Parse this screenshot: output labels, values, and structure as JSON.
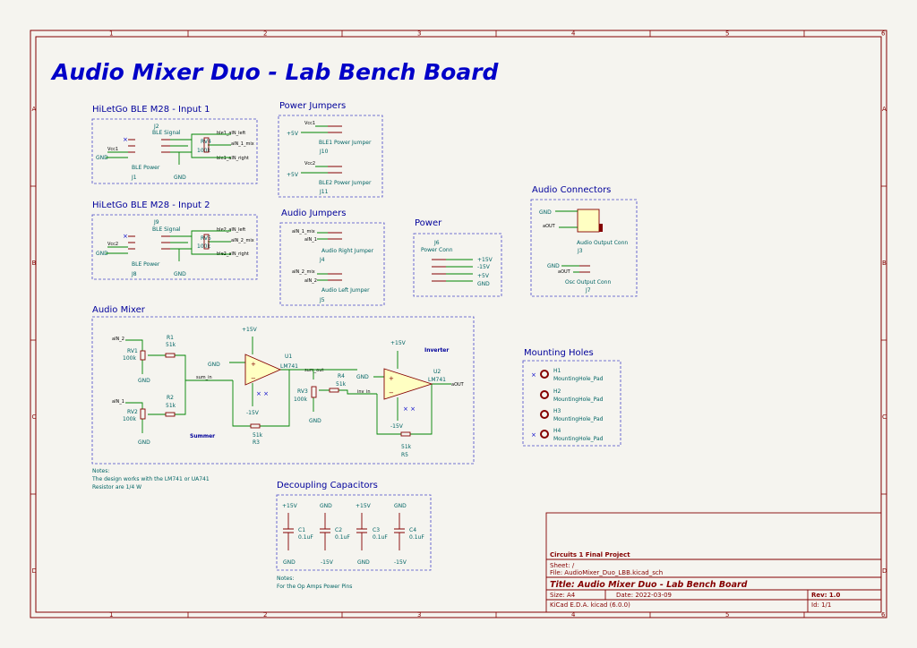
{
  "title": "Audio Mixer Duo - Lab Bench Board",
  "border": {
    "cols": [
      "1",
      "2",
      "3",
      "4",
      "5",
      "6"
    ],
    "rows": [
      "A",
      "B",
      "C",
      "D"
    ]
  },
  "sections": {
    "input1": "HiLetGo BLE M28 - Input 1",
    "input2": "HiLetGo BLE M28 - Input 2",
    "power_jumpers": "Power Jumpers",
    "audio_jumpers": "Audio Jumpers",
    "power": "Power",
    "audio_connectors": "Audio Connectors",
    "audio_mixer": "Audio Mixer",
    "mounting_holes": "Mounting Holes",
    "decoupling": "Decoupling Capacitors"
  },
  "input1": {
    "ref_top": "J2",
    "val_top": "BLE Signal",
    "ref_bot": "J1",
    "val_bot": "BLE Power",
    "pot_ref": "RV4",
    "pot_val": "100k",
    "net_left": "ble1_aIN_left",
    "net_mix": "aIN_1_mix",
    "net_right": "ble1_aIN_right",
    "vcc": "Vcc1",
    "gnd": "GND",
    "gnd2": "GND"
  },
  "input2": {
    "ref_top": "J9",
    "val_top": "BLE Signal",
    "ref_bot": "J8",
    "val_bot": "BLE Power",
    "pot_ref": "RV5",
    "pot_val": "100k",
    "net_left": "ble2_aIN_left",
    "net_mix": "aIN_2_mix",
    "net_right": "ble2_aIN_right",
    "vcc": "Vcc2",
    "gnd": "GND",
    "gnd2": "GND"
  },
  "power_jumpers": {
    "j10_net": "Vcc1",
    "j10_pwr": "+5V",
    "j10_val": "BLE1 Power Jumper",
    "j10_ref": "J10",
    "j11_net": "Vcc2",
    "j11_pwr": "+5V",
    "j11_val": "BLE2 Power Jumper",
    "j11_ref": "J11"
  },
  "audio_jumpers": {
    "j4_n1": "aIN_1_mix",
    "j4_n2": "aIN_1",
    "j4_val": "Audio Right Jumper",
    "j4_ref": "J4",
    "j5_n1": "aIN_2_mix",
    "j5_n2": "aIN_2",
    "j5_val": "Audio Left Jumper",
    "j5_ref": "J5"
  },
  "power": {
    "ref": "J6",
    "val": "Power Conn",
    "nets": [
      "+15V",
      "-15V",
      "+5V",
      "GND"
    ]
  },
  "audio_connectors": {
    "j3_val": "Audio Output Conn",
    "j3_ref": "J3",
    "j3_gnd": "GND",
    "j3_out": "aOUT",
    "j7_val": "Osc Output Conn",
    "j7_ref": "J7",
    "j7_gnd": "GND",
    "j7_out": "aOUT"
  },
  "mixer": {
    "in2": "aIN_2",
    "in1": "aIN_1",
    "rv1": "RV1",
    "rv1v": "100k",
    "rv2": "RV2",
    "rv2v": "100k",
    "r1": "R1",
    "r1v": "51k",
    "r2": "R2",
    "r2v": "51k",
    "sum_in": "sum_in",
    "sum_out": "sum_out",
    "u1": "U1",
    "u1v": "LM741",
    "r3": "R3",
    "r3v": "51k",
    "rv3": "RV3",
    "rv3v": "100k",
    "r4": "R4",
    "r4v": "51k",
    "inv_in": "inv_in",
    "u2": "U2",
    "u2v": "LM741",
    "r5": "R5",
    "r5v": "51k",
    "out": "aOUT",
    "p15": "+15V",
    "m15": "-15V",
    "gnd": "GND",
    "summer": "Summer",
    "inverter": "Inverter"
  },
  "notes1": [
    "Notes:",
    "The design works with the LM741 or UA741",
    "Resistor are 1/4 W"
  ],
  "mounting": [
    {
      "ref": "H1",
      "val": "MountingHole_Pad"
    },
    {
      "ref": "H2",
      "val": "MountingHole_Pad"
    },
    {
      "ref": "H3",
      "val": "MountingHole_Pad"
    },
    {
      "ref": "H4",
      "val": "MountingHole_Pad"
    }
  ],
  "caps": [
    {
      "top": "+15V",
      "ref": "C1",
      "val": "0.1uF",
      "bot": "GND"
    },
    {
      "top": "GND",
      "ref": "C2",
      "val": "0.1uF",
      "bot": "-15V"
    },
    {
      "top": "+15V",
      "ref": "C3",
      "val": "0.1uF",
      "bot": "GND"
    },
    {
      "top": "GND",
      "ref": "C4",
      "val": "0.1uF",
      "bot": "-15V"
    }
  ],
  "notes2": [
    "Notes:",
    "For the Op Amps Power Pins"
  ],
  "title_block": {
    "company": "Circuits 1 Final Project",
    "sheet": "Sheet: /",
    "file": "File: AudioMixer_Duo_LBB.kicad_sch",
    "title": "Title: Audio Mixer Duo - Lab Bench Board",
    "size": "Size: A4",
    "date": "Date: 2022-03-09",
    "rev": "Rev: 1.0",
    "tool": "KiCad E.D.A.  kicad (6.0.0)",
    "id": "Id: 1/1"
  }
}
